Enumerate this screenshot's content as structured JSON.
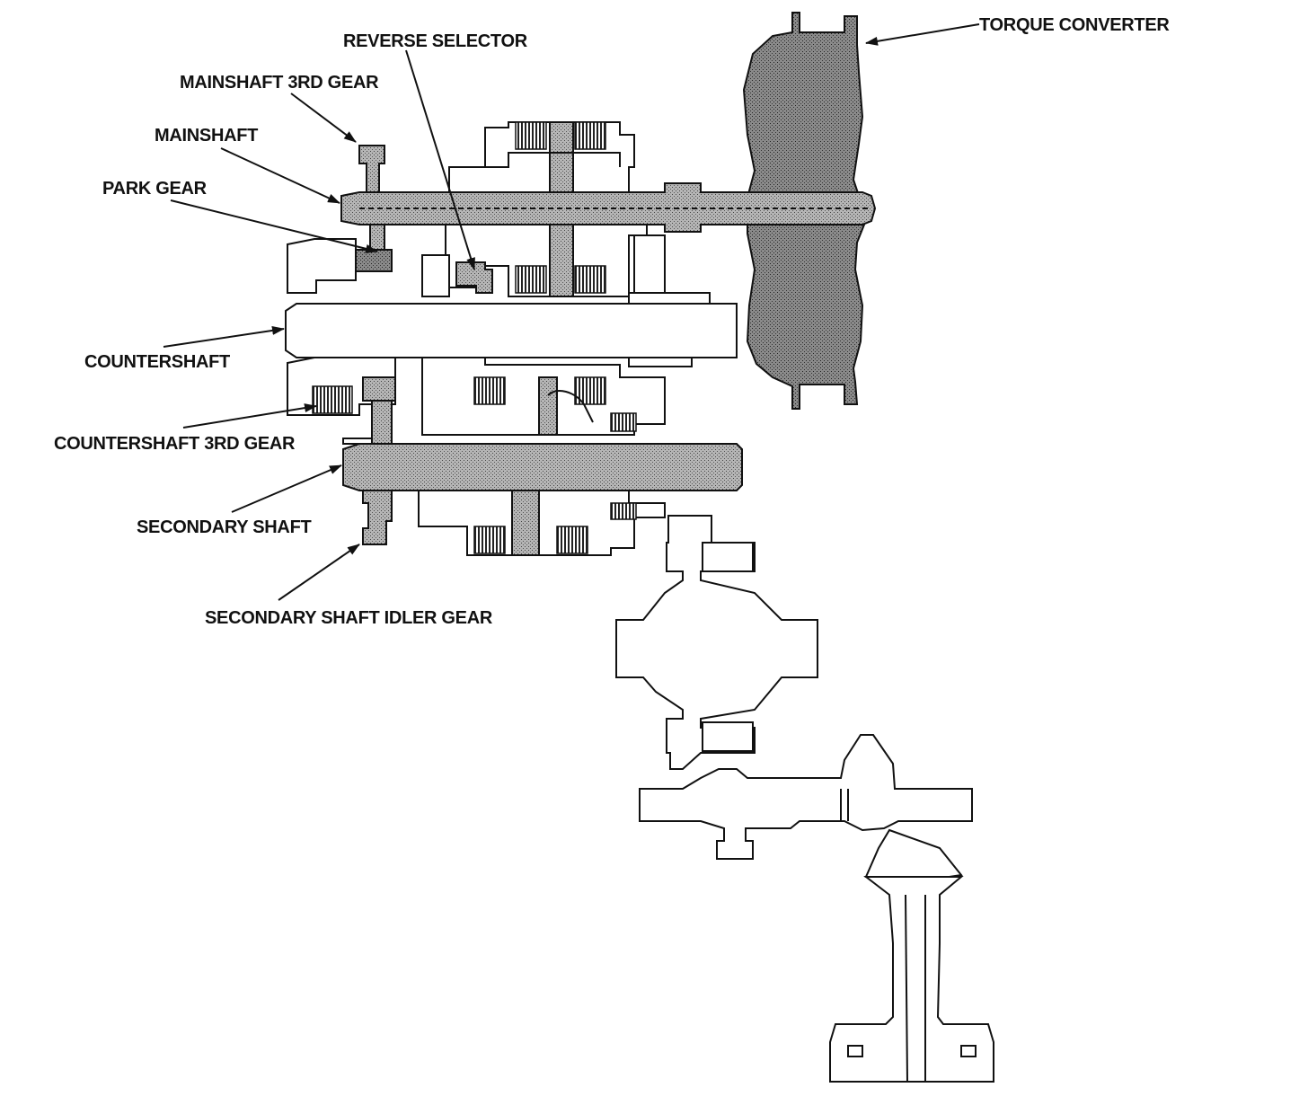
{
  "labels": {
    "torque_converter": "TORQUE CONVERTER",
    "reverse_selector": "REVERSE SELECTOR",
    "mainshaft_3rd_gear": "MAINSHAFT 3RD GEAR",
    "mainshaft": "MAINSHAFT",
    "park_gear": "PARK GEAR",
    "countershaft": "COUNTERSHAFT",
    "countershaft_3rd_gear": "COUNTERSHAFT 3RD GEAR",
    "secondary_shaft": "SECONDARY SHAFT",
    "secondary_shaft_idler_gear": "SECONDARY SHAFT IDLER GEAR"
  },
  "colors": {
    "ink": "#111111",
    "shading": "#9a9a9a",
    "paper": "#ffffff"
  }
}
